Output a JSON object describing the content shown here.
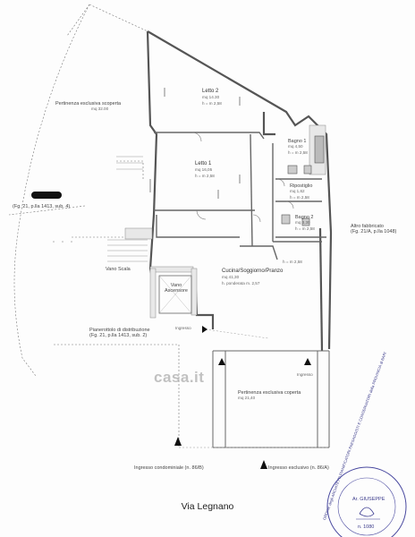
{
  "labels": {
    "pertinenza_top": "Pertinenza esclusiva scoperta",
    "pertinenza_top_sub": "mq 32.00",
    "letto2": "Letto 2",
    "letto2_sub": "mq 14.30",
    "letto2_h": "h = m 2,58",
    "letto1": "Letto 1",
    "letto1_sub": "mq 16,05",
    "letto1_h": "h = m 2,58",
    "bagno1": "Bagno 1",
    "bagno1_sub": "mq 4,50",
    "bagno1_h": "h = m 2,58",
    "ripostiglio": "Ripostiglio",
    "ripostiglio_sub": "mq 1,62",
    "ripostiglio_h": "h = m 2,58",
    "bagno2": "Bagno 2",
    "bagno2_sub": "mq 3,30",
    "bagno2_h": "h = m 2,58",
    "fg_left": "(Fg. 21, p.lla 1413, sub. 4)",
    "altro_fabbricato": "Altro fabbricato",
    "altro_fabbricato_sub": "(Fg. 21/A, p.lla 1048)",
    "vano_scala": "Vano Scala",
    "vano_ascensore_1": "Vano",
    "vano_ascensore_2": "Ascensore",
    "cucina": "Cucina/Soggiorno/Pranzo",
    "cucina_sub": "mq 41,30",
    "cucina_h": "h = m 2,58",
    "cucina_hp": "h. ponderata m. 2,57",
    "pianerottolo_1": "Pianerottolo di distribuzione",
    "pianerottolo_2": "(Fg. 21, p.lla 1413, sub. 2)",
    "ingresso_left": "Ingresso",
    "ingresso_right": "Ingresso",
    "pertinenza_bottom": "Pertinenza esclusiva coperta",
    "pertinenza_bottom_sub": "mq 21,40",
    "ingresso_condominiale": "Ingresso condominiale (n. 86/B)",
    "ingresso_esclusivo": "Ingresso esclusivo (n. 86/A)",
    "street": "Via Legnano",
    "watermark": "casa.it"
  },
  "stamp": {
    "ring_text": "ORDINE degli ARCHITETTI PIANIFICATORI PAESAGGISTI E CONSERVATORI della PROVINCIA di BARI",
    "name": "Ar. GIUSEPPE",
    "number": "n. 1080"
  }
}
